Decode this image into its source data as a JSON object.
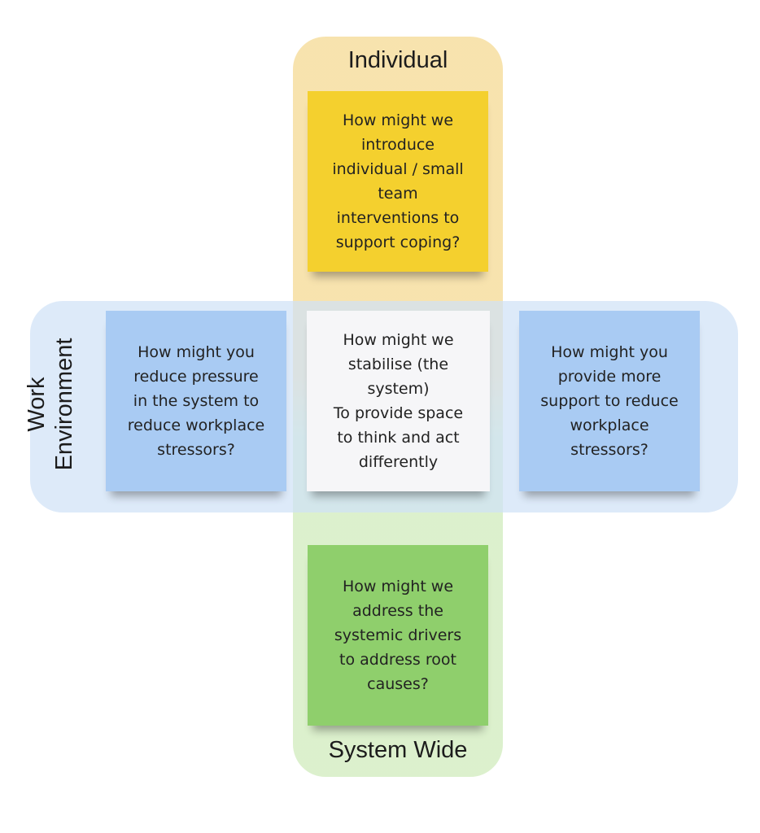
{
  "diagram": {
    "quadrants": {
      "individual": {
        "label": "Individual",
        "note": "How might we\nintroduce\nindividual / small\nteam\ninterventions to\nsupport coping?"
      },
      "work_environment": {
        "label": "Work\nEnvironment",
        "note": "How might you\nreduce pressure\nin the system to\nreduce workplace\nstressors?"
      },
      "support": {
        "note": "How might you\nprovide more\nsupport to reduce\nworkplace\nstressors?"
      },
      "system_wide": {
        "label": "System Wide",
        "note": "How might we\naddress the\nsystemic drivers\nto address root\ncauses?"
      },
      "center": {
        "note": "How might we\nstabilise (the\nsystem)\nTo provide space\nto think and act\ndifferently"
      }
    },
    "colors": {
      "individual_band": "#f6dea0",
      "system_band": "#d6eec4",
      "work_band": "#d0e2f6",
      "yellow_note": "#f4d02e",
      "blue_note": "#a9cbf3",
      "green_note": "#8fcf6c",
      "center_note": "#f6f6f8"
    }
  }
}
